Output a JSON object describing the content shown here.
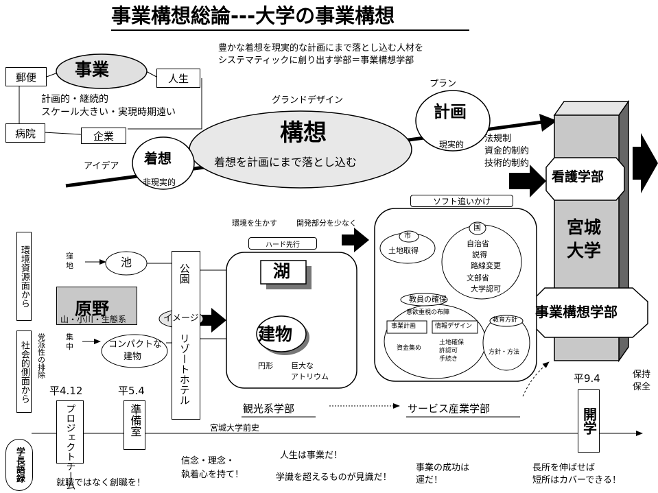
{
  "title": "事業構想総論---大学の事業構想",
  "intro": [
    "豊かな着想を現実的な計画にまで落とし込む人材を",
    "システマティックに創り出す学部＝事業構想学部"
  ],
  "top": {
    "jigyou": "事業",
    "yuubin": "郵便",
    "jinsei": "人生",
    "byouin": "病院",
    "kigyou": "企業",
    "desc": [
      "計画的・継続的",
      "スケール大きい・実現時期遠い"
    ],
    "idea": "アイデア",
    "chakusou": "着想",
    "hi_genjitsu": "非現実的",
    "grand_design": "グランドデザイン",
    "kousou": "構想",
    "kousou_sub": "着想を計画にまで落とし込む",
    "plan": "プラン",
    "keikaku": "計画",
    "genjitsu": "現実的",
    "constraints": [
      "法規制",
      "資金的制約",
      "技術的制約"
    ]
  },
  "right": {
    "kango": "看護学部",
    "miyagi": [
      "宮城",
      "大学"
    ],
    "jigyou_kousou": "事業構想学部"
  },
  "middle": {
    "kankyo_vertical": "環境資源面から",
    "shakai_vertical": "社会的側面から",
    "kubochi": [
      "窪",
      "地"
    ],
    "ike": "池",
    "genya": "原野",
    "yama": "山・小川・生態系",
    "tousei": "党派性の排除",
    "shuuchuu": [
      "集",
      "中"
    ],
    "compact": [
      "コンパクトな",
      "建物"
    ],
    "kouen": "公園",
    "image": "イメージ",
    "resort": "リゾートホテル",
    "kankyou_ikasu": "環境を生かす",
    "kaihatsu": "開発部分を少なく",
    "hard": "ハード先行",
    "mizuumi": "湖",
    "tatemono": "建物",
    "enkei": "円形",
    "atrium": [
      "巨大な",
      "アトリウム"
    ],
    "soft": "ソフト追いかけ",
    "shi": "市",
    "tochi": "土地取得",
    "kuni": "国",
    "kuni_items": [
      "自治省",
      "説得",
      "路線変更",
      "文部省",
      "大学認可"
    ],
    "kyouin": "教員の確保",
    "ishiki": "意欲重視の布陣",
    "jigyou_keikaku": "事業計画",
    "jouhou": "情報デザイン",
    "shikin": "資金集め",
    "tochi_kakuho": [
      "土地確保",
      "許認可",
      "手続き"
    ],
    "kyouiku": "教育方針",
    "houshin": "方針・方法",
    "kankou": "観光系学部",
    "service": "サービス産業学部"
  },
  "timeline": {
    "hei412": "平4.12",
    "hei54": "平5.4",
    "hei94": "平9.4",
    "project": "プロジェクトチーム",
    "junbi": "準備室",
    "kaigaku": "開学",
    "label": "宮城大学前史",
    "hoji": [
      "保持",
      "保全"
    ]
  },
  "bottom": {
    "gakuchou": "学長語録",
    "q1": "就職ではなく創職を！",
    "q2": [
      "信念・理念・",
      "執着心を持て！"
    ],
    "q3": "人生は事業だ！",
    "q4": "学識を超えるものが見識だ！",
    "q5": [
      "事業の成功は",
      "運だ！"
    ],
    "q6": [
      "長所を伸ばせば",
      "短所はカバーできる！"
    ]
  }
}
